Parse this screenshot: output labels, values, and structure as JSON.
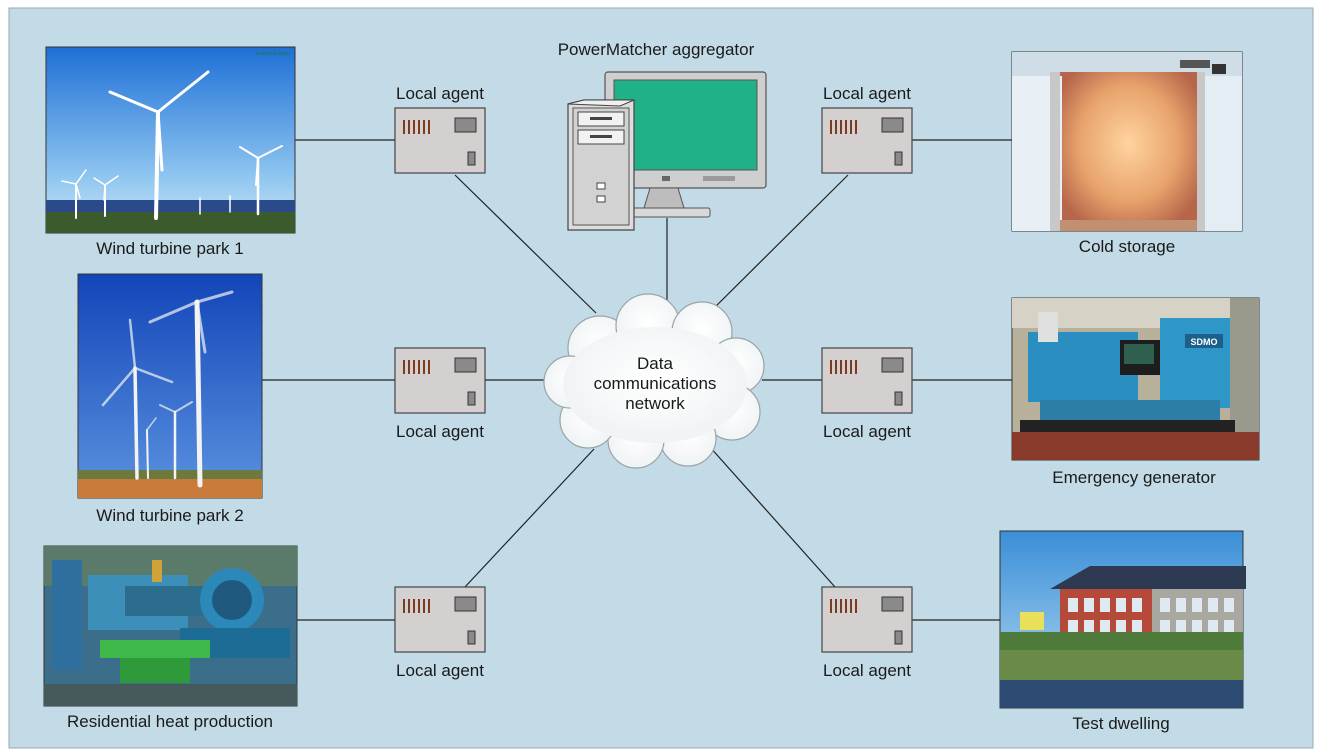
{
  "aggregator": {
    "label": "PowerMatcher aggregator"
  },
  "network": {
    "lines": [
      "Data",
      "communications",
      "network"
    ]
  },
  "local_agent_label": "Local agent",
  "sites": [
    {
      "id": "wind-park-1",
      "caption": "Wind turbine park 1",
      "logo_text": "Essent Energie"
    },
    {
      "id": "wind-park-2",
      "caption": "Wind turbine park 2"
    },
    {
      "id": "residential-heat",
      "caption": "Residential heat production"
    },
    {
      "id": "cold-storage",
      "caption": "Cold storage"
    },
    {
      "id": "emergency-generator",
      "caption": "Emergency generator",
      "logo_text": "SDMO"
    },
    {
      "id": "test-dwelling",
      "caption": "Test dwelling"
    }
  ],
  "colors": {
    "background": "#c3dbe6",
    "border": "#9aa9b3",
    "agent_box": "#d5d0d0",
    "screen": "#21b188",
    "line": "#222222"
  }
}
